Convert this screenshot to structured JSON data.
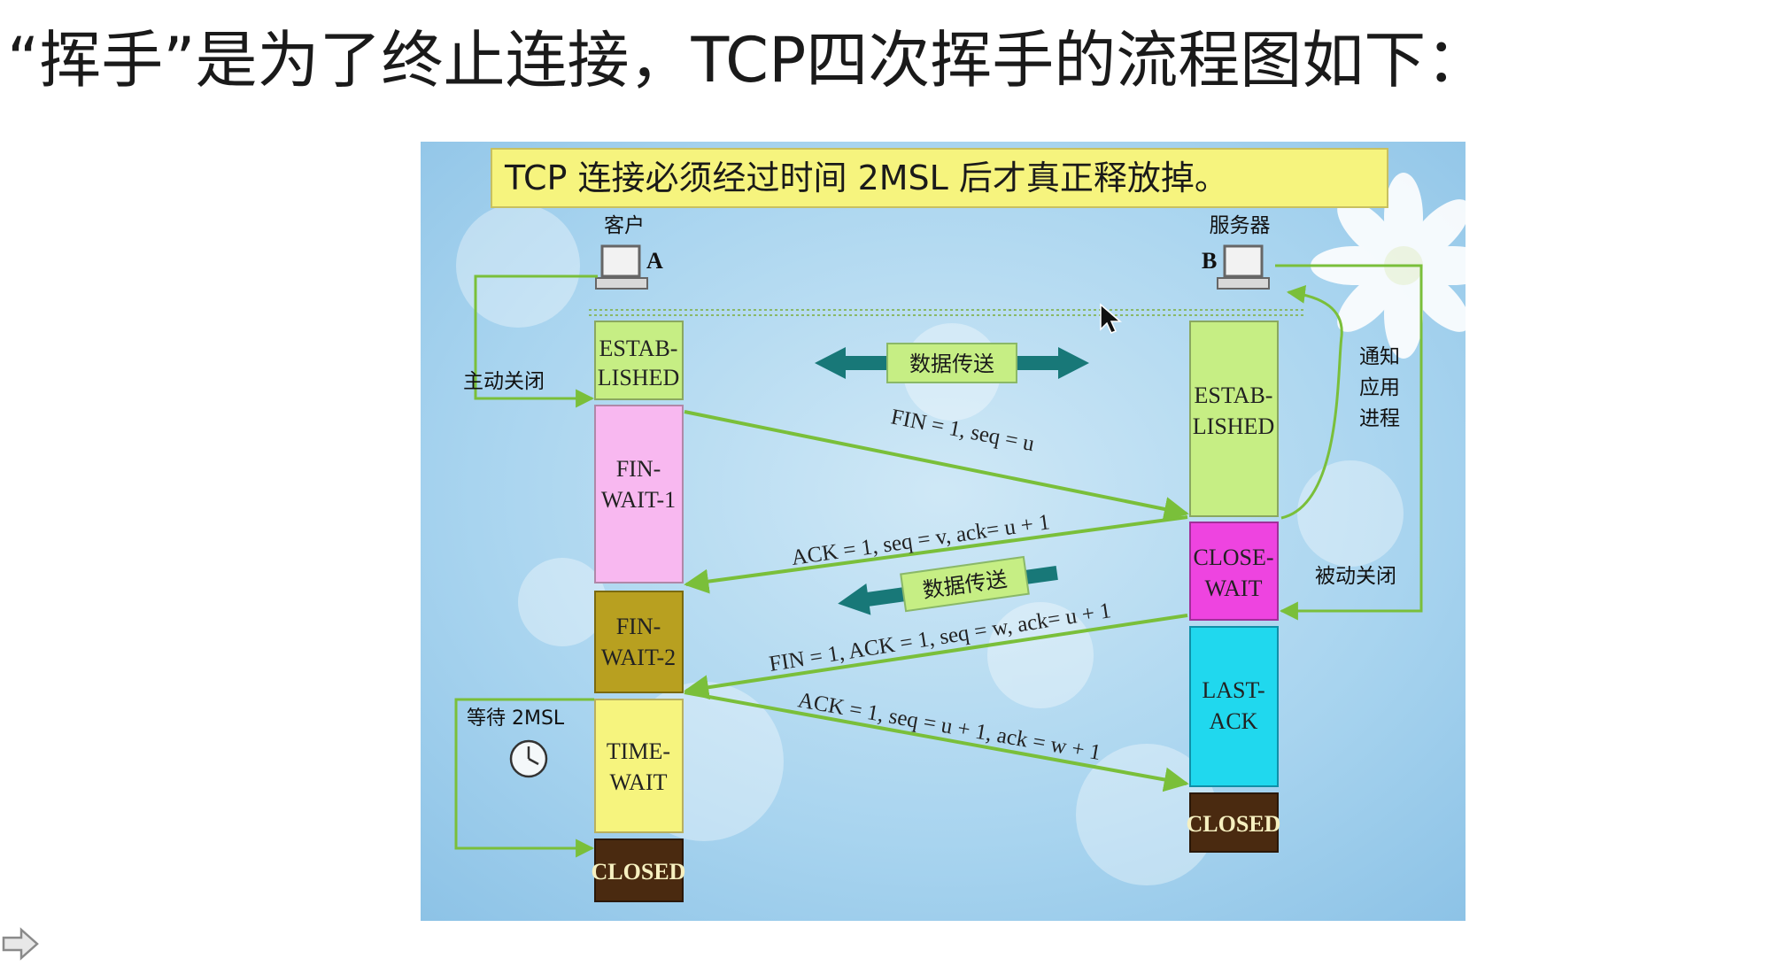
{
  "heading": "“挥手”是为了终止连接，TCP四次挥手的流程图如下：",
  "figure": {
    "banner": "TCP 连接必须经过时间 2MSL 后才真正释放掉。",
    "client": {
      "label": "客户",
      "letter": "A"
    },
    "server": {
      "label": "服务器",
      "letter": "B"
    },
    "client_states": [
      {
        "line1": "ESTAB-",
        "line2": "LISHED"
      },
      {
        "line1": "FIN-",
        "line2": "WAIT-1"
      },
      {
        "line1": "FIN-",
        "line2": "WAIT-2"
      },
      {
        "line1": "TIME-",
        "line2": "WAIT"
      },
      {
        "line1": "CLOSED",
        "line2": ""
      }
    ],
    "server_states": [
      {
        "line1": "ESTAB-",
        "line2": "LISHED"
      },
      {
        "line1": "CLOSE-",
        "line2": "WAIT"
      },
      {
        "line1": "LAST-",
        "line2": "ACK"
      },
      {
        "line1": "CLOSED",
        "line2": ""
      }
    ],
    "data_transfer_1": "数据传送",
    "data_transfer_2": "数据传送",
    "active_close": "主动关闭",
    "passive_close": "被动关闭",
    "notify_app": [
      "通知",
      "应用",
      "进程"
    ],
    "wait_2msl": "等待 2MSL",
    "messages": [
      "FIN = 1, seq = u",
      "ACK = 1, seq = v, ack= u + 1",
      "FIN = 1, ACK = 1, seq = w, ack= u + 1",
      "ACK = 1, seq = u + 1, ack = w + 1"
    ],
    "colors": {
      "established": "#c6ee84",
      "fin_wait_1": "#f8b8f0",
      "fin_wait_2": "#b8a020",
      "time_wait": "#f6f47e",
      "closed": "#4a2a10",
      "close_wait": "#ee44e0",
      "last_ack": "#20d8ee",
      "arrow": "#7abf3a",
      "teal_arrow": "#187878",
      "banner": "#f6f47e"
    }
  }
}
